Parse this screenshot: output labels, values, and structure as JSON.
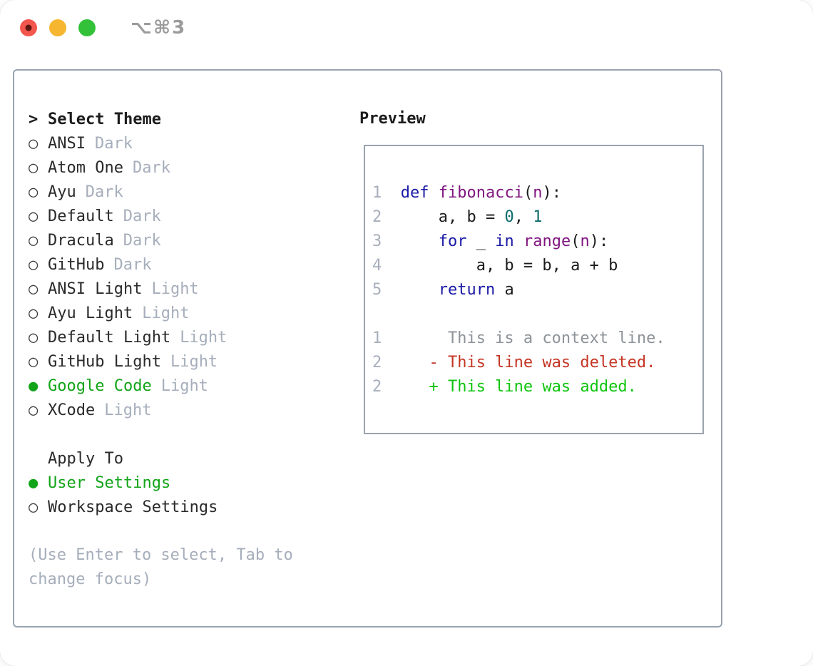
{
  "colors": {
    "panel_border": "#9aa3ae",
    "ink": "#1c1c1c",
    "item_text": "#2a2a2a",
    "muted": "#a6aebb",
    "selected_green": "#12a418",
    "traffic_red": "#f2564d",
    "traffic_red_dot": "#5f1510",
    "traffic_yellow": "#f6b62f",
    "traffic_green": "#33c13a",
    "titlebar_text": "#9b9b9b",
    "code_keyword": "#1a1aa6",
    "code_name": "#801580",
    "code_literal": "#0e6b6b",
    "code_plain": "#1b1b1b",
    "line_number": "#a6aebb",
    "diff_context": "#8d9399",
    "diff_deleted": "#c53524",
    "diff_added": "#0fc40f"
  },
  "titlebar": {
    "shortcut": "⌥⌘3"
  },
  "icons": {
    "radio_unselected": "○",
    "radio_selected": "●",
    "cursor_marker": ">"
  },
  "theme_list": {
    "title": "Select Theme",
    "items": [
      {
        "label": "ANSI",
        "variant": "Dark",
        "selected": false
      },
      {
        "label": "Atom One",
        "variant": "Dark",
        "selected": false
      },
      {
        "label": "Ayu",
        "variant": "Dark",
        "selected": false
      },
      {
        "label": "Default",
        "variant": "Dark",
        "selected": false
      },
      {
        "label": "Dracula",
        "variant": "Dark",
        "selected": false
      },
      {
        "label": "GitHub",
        "variant": "Dark",
        "selected": false
      },
      {
        "label": "ANSI Light",
        "variant": "Light",
        "selected": false
      },
      {
        "label": "Ayu Light",
        "variant": "Light",
        "selected": false
      },
      {
        "label": "Default Light",
        "variant": "Light",
        "selected": false
      },
      {
        "label": "GitHub Light",
        "variant": "Light",
        "selected": false
      },
      {
        "label": "Google Code",
        "variant": "Light",
        "selected": true
      },
      {
        "label": "XCode",
        "variant": "Light",
        "selected": false
      }
    ]
  },
  "apply_to": {
    "title": "Apply To",
    "options": [
      {
        "label": "User Settings",
        "selected": true
      },
      {
        "label": "Workspace Settings",
        "selected": false
      }
    ]
  },
  "hint": "(Use Enter to select, Tab to change focus)",
  "preview": {
    "title": "Preview",
    "lines": [
      {
        "num": "1",
        "tokens": [
          {
            "t": "def",
            "c": "kw"
          },
          {
            "t": " ",
            "c": "pl"
          },
          {
            "t": "fibonacci",
            "c": "fn"
          },
          {
            "t": "(",
            "c": "pl"
          },
          {
            "t": "n",
            "c": "fn"
          },
          {
            "t": "):",
            "c": "pl"
          }
        ]
      },
      {
        "num": "2",
        "tokens": [
          {
            "t": "    a, b = ",
            "c": "pl"
          },
          {
            "t": "0",
            "c": "lit"
          },
          {
            "t": ", ",
            "c": "pl"
          },
          {
            "t": "1",
            "c": "lit"
          }
        ]
      },
      {
        "num": "3",
        "tokens": [
          {
            "t": "    ",
            "c": "pl"
          },
          {
            "t": "for",
            "c": "kw"
          },
          {
            "t": " _ ",
            "c": "pl"
          },
          {
            "t": "in",
            "c": "kw"
          },
          {
            "t": " ",
            "c": "pl"
          },
          {
            "t": "range",
            "c": "fn"
          },
          {
            "t": "(",
            "c": "pl"
          },
          {
            "t": "n",
            "c": "fn"
          },
          {
            "t": "):",
            "c": "pl"
          }
        ]
      },
      {
        "num": "4",
        "tokens": [
          {
            "t": "        a, b = b, a + b",
            "c": "pl"
          }
        ]
      },
      {
        "num": "5",
        "tokens": [
          {
            "t": "    ",
            "c": "pl"
          },
          {
            "t": "return",
            "c": "kw"
          },
          {
            "t": " a",
            "c": "pl"
          }
        ]
      },
      {
        "num": "",
        "tokens": []
      },
      {
        "num": "1",
        "tokens": [
          {
            "t": "     This is a context line.",
            "c": "ctx"
          }
        ]
      },
      {
        "num": "2",
        "tokens": [
          {
            "t": "   - This line was deleted.",
            "c": "del"
          }
        ]
      },
      {
        "num": "2",
        "tokens": [
          {
            "t": "   + This line was added.",
            "c": "add"
          }
        ]
      }
    ]
  }
}
